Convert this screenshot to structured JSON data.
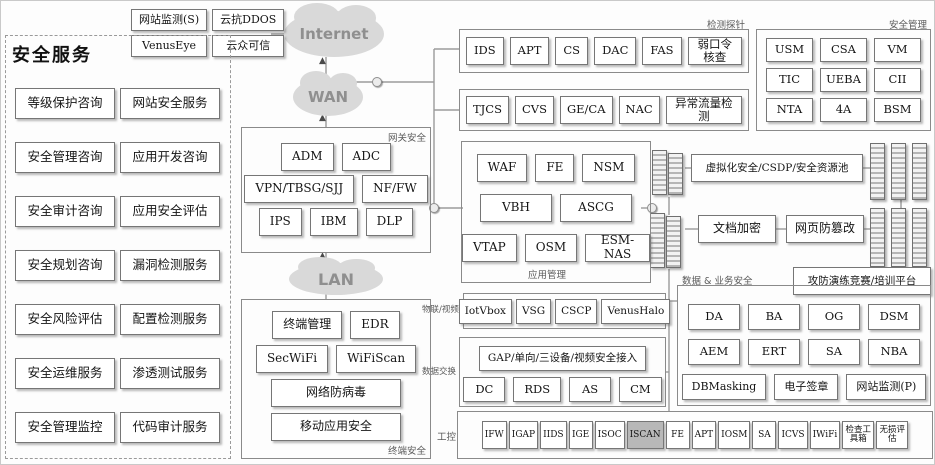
{
  "services": {
    "title": "安全服务",
    "left": [
      "等级保护咨询",
      "安全管理咨询",
      "安全审计咨询",
      "安全规划咨询",
      "安全风险评估",
      "安全运维服务",
      "安全管理监控"
    ],
    "right": [
      "网站安全服务",
      "应用开发咨询",
      "应用安全评估",
      "漏洞检测服务",
      "配置检测服务",
      "渗透测试服务",
      "代码审计服务"
    ]
  },
  "cloud_services": [
    "网站监测(S)",
    "云抗DDOS",
    "VenusEye",
    "云众可信"
  ],
  "clouds": {
    "internet": "Internet",
    "wan": "WAN",
    "lan": "LAN"
  },
  "gateway": {
    "label": "网关安全",
    "row1": [
      "ADM",
      "ADC"
    ],
    "row2": [
      "VPN/TBSG/SJJ",
      "NF/FW"
    ],
    "row3": [
      "IPS",
      "IBM",
      "DLP"
    ]
  },
  "terminal": {
    "label": "终端安全",
    "row1": [
      "终端管理",
      "EDR"
    ],
    "row2": [
      "SecWiFi",
      "WiFiScan"
    ],
    "row3": [
      "网络防病毒"
    ],
    "row4": [
      "移动应用安全"
    ]
  },
  "probes": {
    "label": "检测探针",
    "row1": [
      "IDS",
      "APT",
      "CS",
      "DAC",
      "FAS",
      "弱口令核查"
    ],
    "row2": [
      "TJCS",
      "CVS",
      "GE/CA",
      "NAC",
      "异常流量检测"
    ]
  },
  "management": {
    "label": "安全管理",
    "items": [
      "USM",
      "CSA",
      "VM",
      "TIC",
      "UEBA",
      "CII",
      "NTA",
      "4A",
      "BSM"
    ]
  },
  "application": {
    "label": "应用管理",
    "row1": [
      "WAF",
      "FE",
      "NSM"
    ],
    "row2": [
      "VBH",
      "ASCG"
    ],
    "row3": [
      "VTAP",
      "OSM",
      "ESM-NAS"
    ]
  },
  "virtualization": "虚拟化安全/CSDP/安全资源池",
  "doc_encryption": "文档加密",
  "web_tamper": "网页防篡改",
  "attack_defense": "攻防演练竞赛/培训平台",
  "data_business": {
    "label": "数据 & 业务安全",
    "row1": [
      "DA",
      "BA",
      "OG",
      "DSM"
    ],
    "row2": [
      "AEM",
      "ERT",
      "SA",
      "NBA"
    ],
    "row3": [
      "DBMasking",
      "电子签章",
      "网站监测(P)"
    ]
  },
  "iot": {
    "label": "物联/视频",
    "items": [
      "IotVbox",
      "VSG",
      "CSCP",
      "VenusHalo"
    ]
  },
  "exchange": {
    "label": "数据交换",
    "row1": [
      "GAP/单向/三设备/视频安全接入"
    ],
    "row2": [
      "DC",
      "RDS",
      "AS",
      "CM"
    ]
  },
  "industrial": {
    "label": "工控",
    "items": [
      {
        "t": "IFW"
      },
      {
        "t": "IGAP"
      },
      {
        "t": "IIDS"
      },
      {
        "t": "IGE"
      },
      {
        "t": "ISOC"
      },
      {
        "t": "ISCAN",
        "hl": true
      },
      {
        "t": "FE"
      },
      {
        "t": "APT"
      },
      {
        "t": "IOSM"
      },
      {
        "t": "SA"
      },
      {
        "t": "ICVS"
      },
      {
        "t": "IWiFi"
      },
      {
        "t": "检查工具箱",
        "small": true
      },
      {
        "t": "无损评估",
        "small": true
      }
    ]
  }
}
